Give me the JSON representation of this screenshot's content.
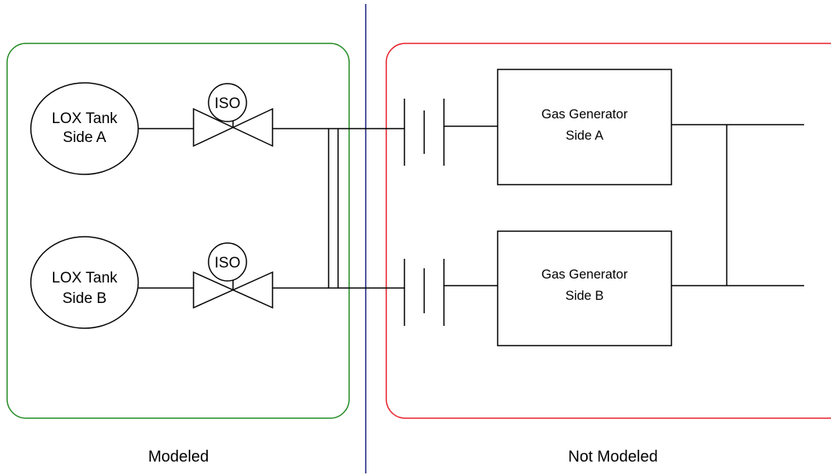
{
  "colors": {
    "modeled_border": "#228B22",
    "not_modeled_border": "#E8202A",
    "divider": "#1A237E",
    "line": "#000000"
  },
  "regions": {
    "modeled_label": "Modeled",
    "not_modeled_label": "Not Modeled"
  },
  "tanks": [
    {
      "line1": "LOX Tank",
      "line2": "Side A"
    },
    {
      "line1": "LOX Tank",
      "line2": "Side B"
    }
  ],
  "valves": [
    {
      "label": "ISO"
    },
    {
      "label": "ISO"
    }
  ],
  "generators": [
    {
      "line1": "Gas Generator",
      "line2": "Side A"
    },
    {
      "line1": "Gas Generator",
      "line2": "Side B"
    }
  ]
}
